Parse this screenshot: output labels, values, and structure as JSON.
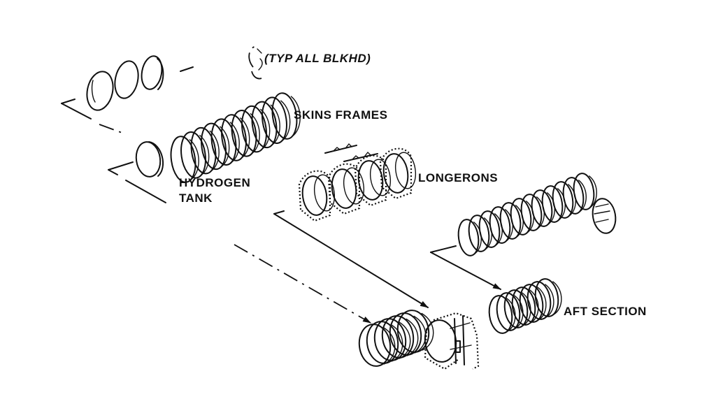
{
  "figure": {
    "ink_color": "#111111",
    "background": "#ffffff",
    "labels": {
      "bulkhead_note": "(TYP ALL BLKHD)",
      "skins_frames": "SKINS FRAMES",
      "hydrogen_tank_line1": "HYDROGEN",
      "hydrogen_tank_line2": "TANK",
      "longerons": "LONGERONS",
      "aft_section": "AFT SECTION"
    }
  }
}
